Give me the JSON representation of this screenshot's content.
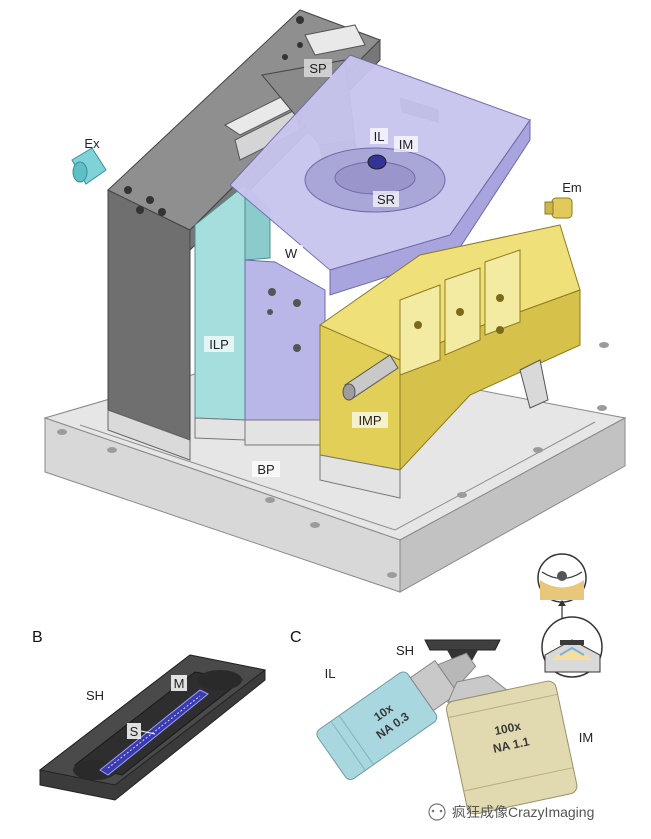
{
  "colors": {
    "steel": "#9a9a9a",
    "steel_dark": "#6f6f6f",
    "base": "#e2e2e2",
    "cyan": "#a6dede",
    "violet": "#b9b6e8",
    "yellow": "#efe07a",
    "objective_cyan": "#a9d7df",
    "objective_tan": "#e1d9b0"
  },
  "panel_a": {
    "labels": {
      "sp": "SP",
      "il": "IL",
      "im": "IM",
      "ex": "Ex",
      "em": "Em",
      "sr": "SR",
      "w": "W",
      "ilp": "ILP",
      "imp": "IMP",
      "bp": "BP"
    }
  },
  "panel_b": {
    "letter": "B",
    "labels": {
      "sh": "SH",
      "m": "M",
      "s": "S"
    }
  },
  "panel_c": {
    "letter": "C",
    "labels": {
      "sh": "SH",
      "il": "IL",
      "im": "IM"
    },
    "il_objective": {
      "mag": "10x",
      "na": "NA 0.3"
    },
    "im_objective": {
      "mag": "100x",
      "na": "NA 1.1"
    }
  },
  "watermark": {
    "text": "疯狂成像CrazyImaging"
  }
}
